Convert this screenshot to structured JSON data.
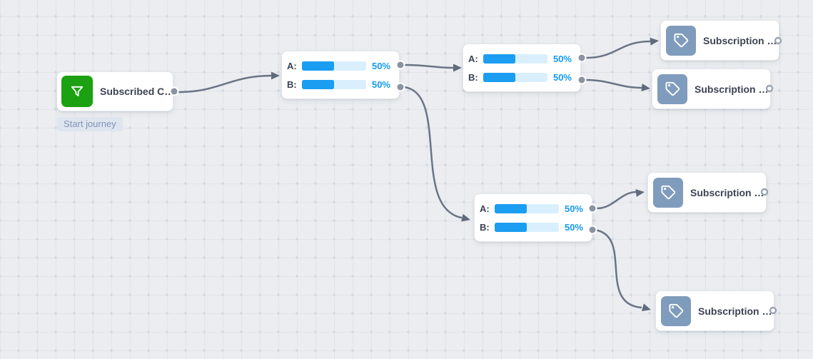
{
  "canvas": {
    "background": "#ebedf0"
  },
  "start_node": {
    "title": "Subscribed C…",
    "badge": "Start journey",
    "icon": "funnel-icon",
    "icon_bg": "#1ba112"
  },
  "split_nodes": [
    {
      "rows": [
        {
          "label": "A:",
          "percent_label": "50%",
          "value": 50
        },
        {
          "label": "B:",
          "percent_label": "50%",
          "value": 50
        }
      ]
    },
    {
      "rows": [
        {
          "label": "A:",
          "percent_label": "50%",
          "value": 50
        },
        {
          "label": "B:",
          "percent_label": "50%",
          "value": 50
        }
      ]
    },
    {
      "rows": [
        {
          "label": "A:",
          "percent_label": "50%",
          "value": 50
        },
        {
          "label": "B:",
          "percent_label": "50%",
          "value": 50
        }
      ]
    }
  ],
  "subscription_nodes": [
    {
      "title": "Subscription …",
      "icon": "tag-icon"
    },
    {
      "title": "Subscription …",
      "icon": "tag-icon"
    },
    {
      "title": "Subscription …",
      "icon": "tag-icon"
    },
    {
      "title": "Subscription …",
      "icon": "tag-icon"
    }
  ],
  "colors": {
    "bar_fill": "#1b9df2",
    "bar_track": "#daeffd",
    "percent_text": "#149af0",
    "edge": "#6a7485",
    "port": "#8b93a2",
    "tag_icon_bg": "#7f9cbd",
    "start_icon_bg": "#1ba112",
    "badge_bg": "#dfe5ee",
    "badge_text": "#7d94b8"
  }
}
